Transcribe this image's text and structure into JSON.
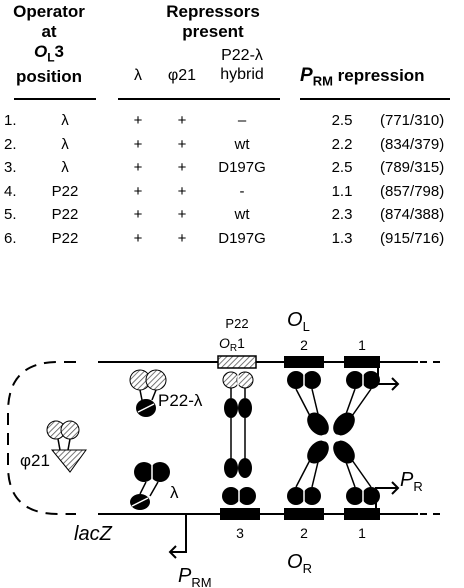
{
  "table": {
    "headers": {
      "operator": {
        "l1": "Operator",
        "l2": "at",
        "l3_o": "O",
        "l3_sub": "L",
        "l3_tail": "3",
        "l4": "position"
      },
      "repressors": {
        "l1": "Repressors",
        "l2": "present"
      },
      "col_lambda": "λ",
      "col_phi21": "φ21",
      "col_hybrid": {
        "l1": "P22-λ",
        "l2": "hybrid"
      },
      "repression": {
        "p": "P",
        "sub": "RM",
        "tail": " repression"
      }
    },
    "rows": [
      {
        "n": "1.",
        "op": "λ",
        "lambda": "+",
        "phi21": "+",
        "hybrid": "–",
        "value": "2.5",
        "ratio": "(771/310)"
      },
      {
        "n": "2.",
        "op": "λ",
        "lambda": "+",
        "phi21": "+",
        "hybrid": "wt",
        "value": "2.2",
        "ratio": "(834/379)"
      },
      {
        "n": "3.",
        "op": "λ",
        "lambda": "+",
        "phi21": "+",
        "hybrid": "D197G",
        "value": "2.5",
        "ratio": "(789/315)"
      },
      {
        "n": "4.",
        "op": "P22",
        "lambda": "+",
        "phi21": "+",
        "hybrid": "-",
        "value": "1.1",
        "ratio": "(857/798)"
      },
      {
        "n": "5.",
        "op": "P22",
        "lambda": "+",
        "phi21": "+",
        "hybrid": "wt",
        "value": "2.3",
        "ratio": "(874/388)"
      },
      {
        "n": "6.",
        "op": "P22",
        "lambda": "+",
        "phi21": "+",
        "hybrid": "D197G",
        "value": "1.3",
        "ratio": "(915/716)"
      }
    ]
  },
  "diagram": {
    "p22_label_l1": "P22",
    "p22_label_o": "O",
    "p22_label_sub": "R",
    "p22_label_tail": "1",
    "ol_o": "O",
    "ol_sub": "L",
    "or_o": "O",
    "or_sub": "R",
    "ol_sites": [
      "2",
      "1"
    ],
    "or_sites": [
      "3",
      "2",
      "1"
    ],
    "phi21": "φ21",
    "p22_lambda": "P22-λ",
    "lambda": "λ",
    "lacz": "lacZ",
    "pr_p": "P",
    "pr_sub": "R",
    "prm_p": "P",
    "prm_sub": "RM"
  }
}
